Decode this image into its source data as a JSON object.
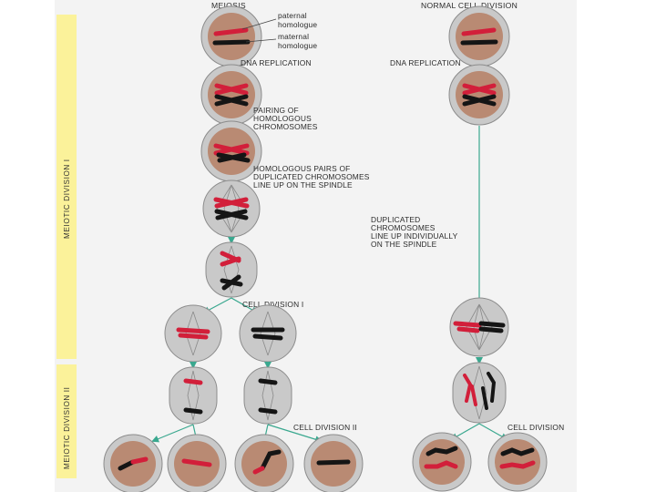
{
  "headers": {
    "meiosis": "MEIOSIS",
    "normal": "NORMAL CELL DIVISION"
  },
  "side_labels": {
    "meiotic_1": "MEIOTIC DIVISION I",
    "meiotic_2": "MEIOTIC DIVISION II"
  },
  "legend": {
    "paternal_1": "paternal",
    "paternal_2": "homologue",
    "maternal_1": "maternal",
    "maternal_2": "homologue"
  },
  "steps": {
    "dna_left": "DNA REPLICATION",
    "dna_right": "DNA REPLICATION",
    "pairing_1": "PAIRING OF",
    "pairing_2": "HOMOLOGOUS",
    "pairing_3": "CHROMOSOMES",
    "line_1": "HOMOLOGOUS PAIRS OF",
    "line_2": "DUPLICATED CHROMOSOMES",
    "line_3": "LINE UP ON THE SPINDLE",
    "dup_1": "DUPLICATED",
    "dup_2": "CHROMOSOMES",
    "dup_3": "LINE UP INDIVIDUALLY",
    "dup_4": "ON THE SPINDLE",
    "cd1": "CELL DIVISION I",
    "cd2": "CELL DIVISION II",
    "cd_normal": "CELL DIVISION"
  },
  "colors": {
    "side_band": "#fbf29a",
    "paper": "#f3f3f3",
    "cell_ring": "#c9c9c9",
    "nucleus": "#b98a73",
    "paternal": "#d21f3a",
    "maternal": "#151515",
    "arrow": "#3aa88f"
  }
}
